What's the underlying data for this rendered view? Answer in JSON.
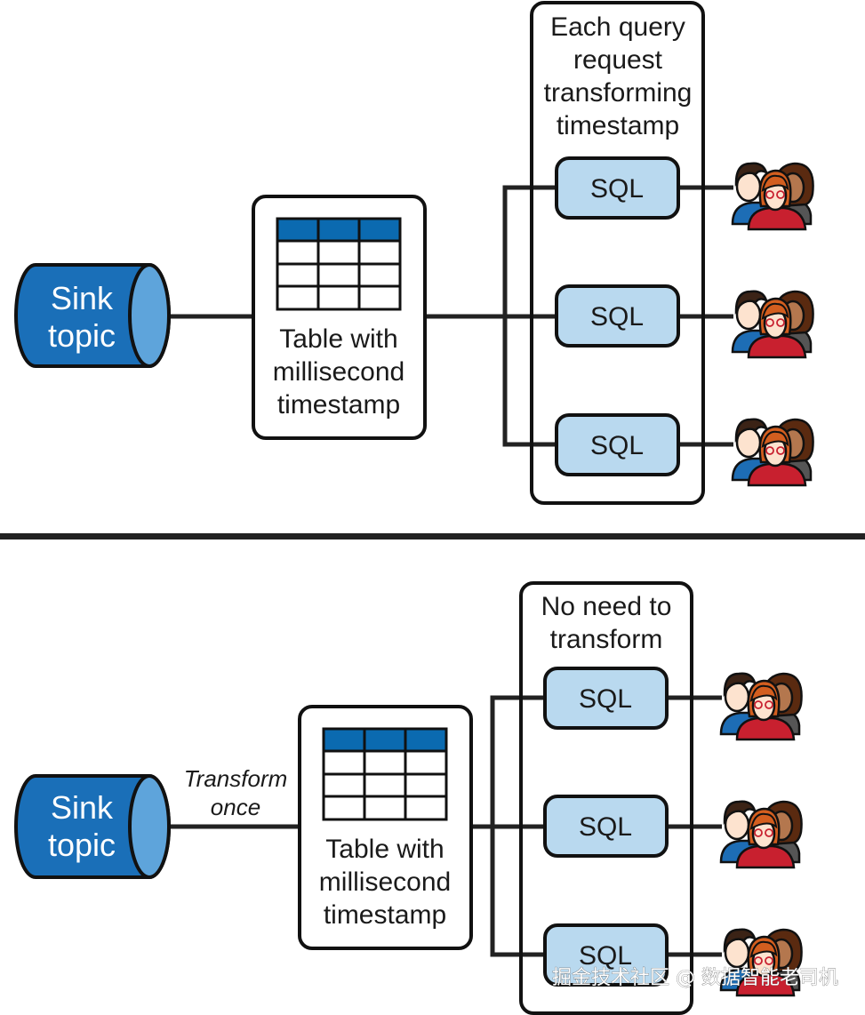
{
  "top": {
    "sink_topic": [
      "Sink",
      "topic"
    ],
    "table_caption": [
      "Table with",
      "millisecond",
      "timestamp"
    ],
    "group_caption": [
      "Each query",
      "request",
      "transforming",
      "timestamp"
    ],
    "sql_labels": [
      "SQL",
      "SQL",
      "SQL"
    ]
  },
  "bottom": {
    "sink_topic": [
      "Sink",
      "topic"
    ],
    "edge_label": [
      "Transform",
      "once"
    ],
    "table_caption": [
      "Table with",
      "millisecond",
      "timestamp"
    ],
    "group_caption": [
      "No need to",
      "transform"
    ],
    "sql_labels": [
      "SQL",
      "SQL",
      "SQL"
    ]
  },
  "watermark": "掘金技术社区 @ 数据智能老司机",
  "colors": {
    "topic_blue": "#1a6fb8",
    "topic_cap": "#5ea4db",
    "table_header": "#0b6ab0",
    "sql_fill": "#b9d9ef",
    "line": "#222222"
  },
  "icons": [
    "cylinder-icon",
    "table-icon",
    "user-group-icon"
  ]
}
